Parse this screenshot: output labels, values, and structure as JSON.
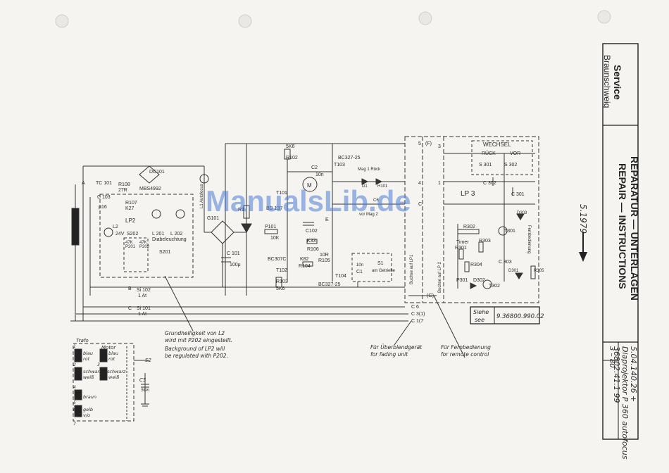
{
  "watermark": "ManualsLib.de",
  "header": {
    "service": "Service",
    "city": "Braunschweig",
    "title_de": "REPARATUR — UNTERLAGEN",
    "title_en": "REPAIR — INSTRUCTIONS",
    "date": "5.1979",
    "issue": "3 – 80",
    "doc_code": "5.04.140.26 +",
    "product": "Diaprojektor P 360 autofocus",
    "part_no": "36802.41.1 99"
  },
  "boards": {
    "lp2_top": "LP2",
    "lp3": "LP 3",
    "buchse_lp1": "Buchse auf LP1",
    "buchse_lp2": "Buchse auf LP 2",
    "wechsel": "WECHSEL",
    "rueck": "RÜCK",
    "vor": "VOR",
    "timer": "Timer",
    "fernbedienung": "Fernbedienung"
  },
  "components": {
    "tc101": "TC 101",
    "r108": "R108",
    "r108_val": "27R",
    "dc101": "DC101",
    "mbs": "MBS4992",
    "c103": "C 103",
    "c103_val": "μ16",
    "r107": "R107",
    "r107_val": "K27",
    "s202": "S202",
    "l2": "L2",
    "l2_val": "24V",
    "p201": "P201",
    "p202": "P202",
    "p201_val": "47K",
    "p202_val": "47K",
    "l201": "L 201",
    "l202": "L 202",
    "diabel": "Diabeleuchtung",
    "s201": "S201",
    "lt": "L1 Autofocus",
    "g101": "G101",
    "c101": "C 101",
    "c101_val": "100μ",
    "r1": "R1",
    "p101": "P101",
    "p101_val": "10K",
    "r102": "R102",
    "r102_val": "5K6",
    "t101": "T101",
    "bd": "BD 137",
    "bc327a": "BC327-25",
    "t103": "T103",
    "c2": "C2",
    "c2_val": "10n",
    "m": "M",
    "c102": "C102",
    "k33": "K33",
    "r106": "R106",
    "r105": "R105",
    "r105_val": "10R",
    "r104": "R104",
    "k82": "K82",
    "bc307": "BC307C",
    "t102": "T102",
    "r103": "R103",
    "r103_val": "5K6",
    "bc327b": "BC327-25",
    "t104": "T104",
    "mag_rueck": "Mag 1 Rück",
    "mag_vor": "vor Mag 2",
    "d1": "D1",
    "h101": "H101",
    "c6": "C6",
    "s1": "S1",
    "s1_sub": "am Getriebe",
    "c1": "C1",
    "c1_val": "10n",
    "s301": "S 301",
    "s302": "S 302",
    "c302": "C 302",
    "c301": "C 301",
    "d303": "D303",
    "r302": "R302",
    "t301": "T301",
    "r303": "R303",
    "r301": "R301",
    "c303": "C 303",
    "r304": "R304",
    "d301": "D301",
    "r305": "R305",
    "p301": "P301",
    "d302": "D302",
    "t302": "T302",
    "si102": "Si 102",
    "si102_val": "1 At",
    "si101": "Si 101",
    "si101_val": "1 At"
  },
  "pins": {
    "p5": "5",
    "p4": "4",
    "pC": "C",
    "p3": "3",
    "p1": "1",
    "pF": "(F)",
    "pG": "(G)",
    "c6pin": "C 6",
    "c3pin": "C 3(1)",
    "c11pin": "C 1(7",
    "pB": "B",
    "pC2": "C",
    "pA": "A",
    "pE": "E"
  },
  "notes": {
    "de_1": "Grundhelligkeit von L2",
    "de_2": "wird mit P202 eingestellt.",
    "en_1": "Background of LP2 will",
    "en_2": "be regulated with P202.",
    "fade_de": "Für Überblendgerät",
    "fade_en": "for fading unit",
    "remote_de": "Für Fernbedienung",
    "remote_en": "for remote control",
    "see_de": "Siehe",
    "see_en": "see",
    "see_ref": "9.36800.990.02"
  },
  "trafo": {
    "title": "Trafo",
    "motor": "Motor",
    "w1a": "blau",
    "w1b": "rot",
    "w2a": "schwarz",
    "w2b": "weiß",
    "w3": "braun",
    "w4a": "gelb",
    "w4b": "v/o",
    "m1a": "blau",
    "m1b": "rot",
    "m2a": "schwarz",
    "m2b": "weiß",
    "s2": "S2",
    "c5": "C5",
    "c5_val": "50n",
    "n1": "1",
    "n2": "2",
    "n3": "3",
    "n4": "4",
    "n5": "5",
    "n6": "6",
    "n7": "7"
  }
}
